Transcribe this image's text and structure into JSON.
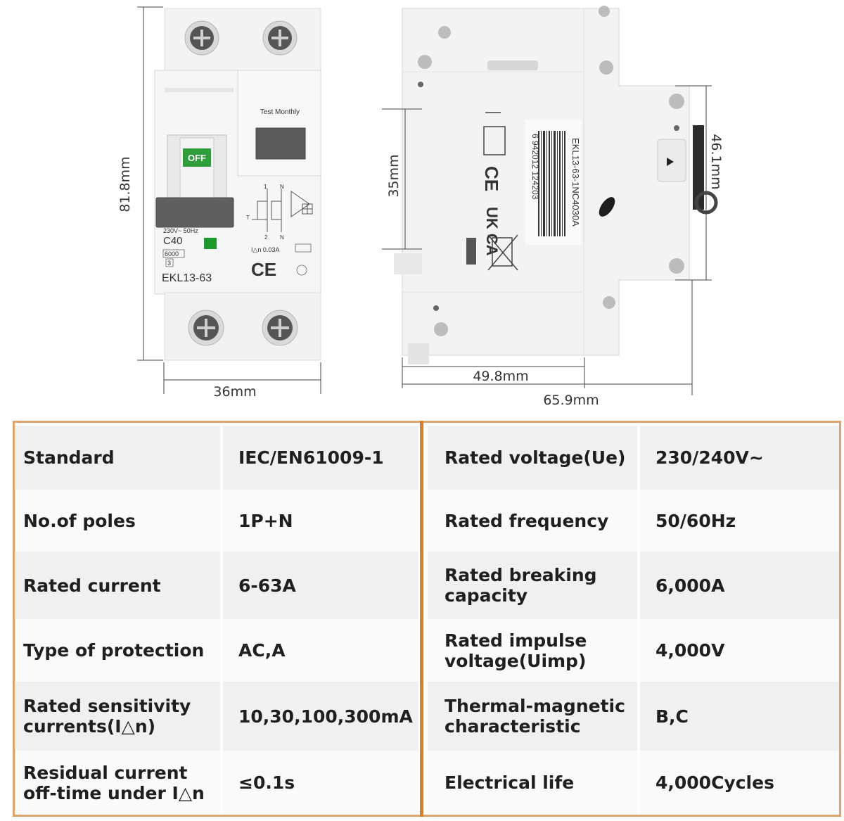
{
  "dimensions": {
    "front_height": "81.8mm",
    "front_width": "36mm",
    "side_depth_inner": "35mm",
    "side_height_right": "46.1mm",
    "side_width_inner": "49.8mm",
    "side_width_total": "65.9mm"
  },
  "device_front": {
    "test_label": "Test Monthly",
    "switch_state": "OFF",
    "voltage_print": "230V~ 50Hz",
    "curve_rating": "C40",
    "breaking_capacity_print": "6000",
    "class_print": "3",
    "model": "EKL13-63",
    "sensitivity_print": "I△n 0.03A",
    "ce_mark": "CE",
    "terminal_top": [
      "1",
      "N"
    ],
    "terminal_bottom": [
      "2",
      "N"
    ],
    "test_symbol": "T"
  },
  "device_side": {
    "part_number": "EKL13-63-1NC4030A",
    "barcode_number": "6 942012 124203",
    "ce_mark": "CE",
    "ukca_mark": "UK CA"
  },
  "specs": [
    {
      "label": "Standard",
      "value": "IEC/EN61009-1",
      "label2": "Rated voltage(Ue)",
      "value2": "230/240V~"
    },
    {
      "label": "No.of poles",
      "value": "1P+N",
      "label2": "Rated frequency",
      "value2": "50/60Hz"
    },
    {
      "label": "Rated current",
      "value": "6-63A",
      "label2": "Rated breaking\ncapacity",
      "value2": "6,000A"
    },
    {
      "label": "Type of protection",
      "value": "AC,A",
      "label2": "Rated impulse\nvoltage(Uimp)",
      "value2": "4,000V"
    },
    {
      "label": "Rated sensitivity\ncurrents(I△n)",
      "value": "10,30,100,300mA",
      "label2": "Thermal-magnetic\ncharacteristic",
      "value2": "B,C"
    },
    {
      "label": "Residual current\noff-time under I△n",
      "value": "≤0.1s",
      "label2": "Electrical life",
      "value2": "4,000Cycles"
    }
  ],
  "colors": {
    "table_border": "#e0a36a",
    "table_divider": "#de7d25",
    "row_shade": "#f0f0f0",
    "switch_green": "#2e9e3a",
    "indicator_green": "#1a9a2a",
    "device_body": "#f3f3f3"
  }
}
